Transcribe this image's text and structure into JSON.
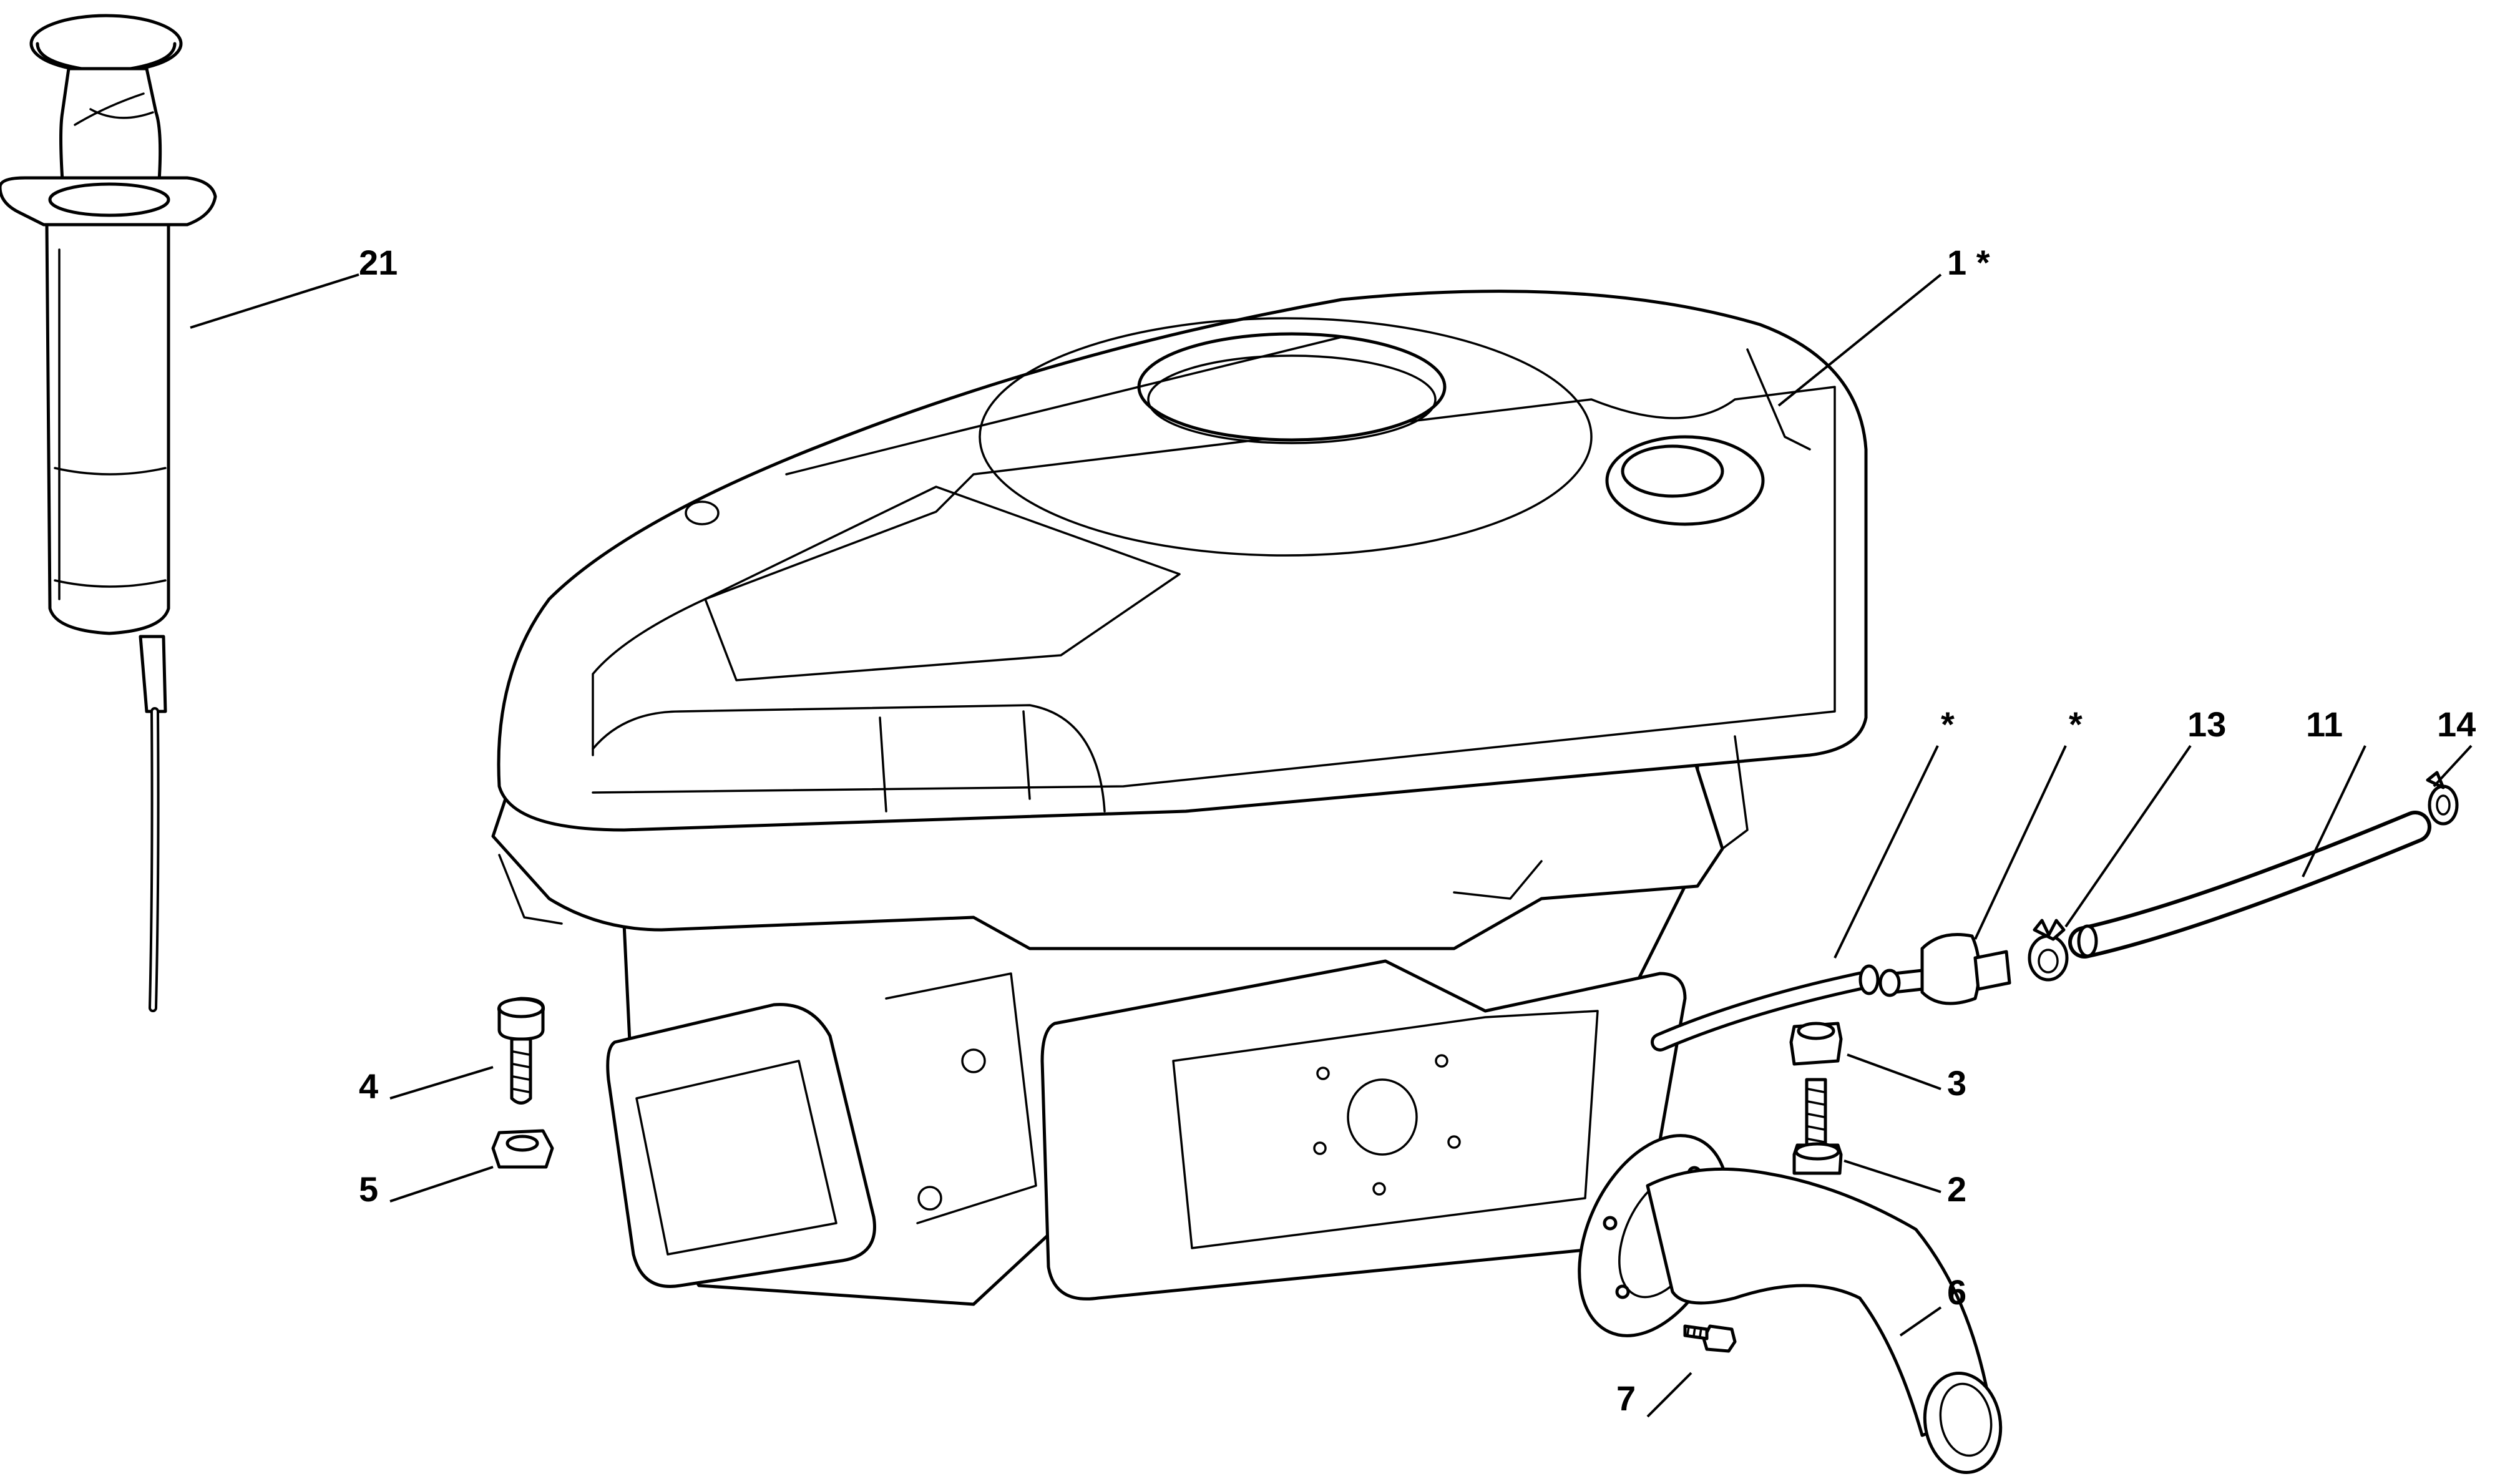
{
  "callouts": {
    "c21": "21",
    "c1": "1 *",
    "c_star_a": "*",
    "c_star_b": "*",
    "c13": "13",
    "c11": "11",
    "c14": "14",
    "c4": "4",
    "c5": "5",
    "c3": "3",
    "c2": "2",
    "c6": "6",
    "c7": "7"
  },
  "colors": {
    "line": "#000000",
    "background": "#ffffff"
  }
}
